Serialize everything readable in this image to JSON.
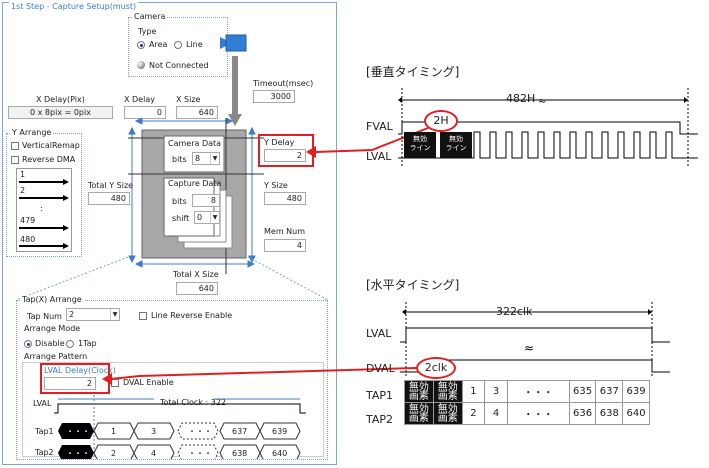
{
  "panel": {
    "title": "1st Step - Capture Setup(must)"
  },
  "camera": {
    "title": "Camera",
    "type_label": "Type",
    "area_label": "Area",
    "line_label": "Line",
    "status": "Not Connected"
  },
  "timeout": {
    "label": "Timeout(msec)",
    "value": "3000"
  },
  "xdelay_pix": {
    "label": "X Delay(Pix)",
    "value": "0 x 8pix = 0pix"
  },
  "xdelay": {
    "label": "X Delay",
    "value": "0"
  },
  "xsize": {
    "label": "X Size",
    "value": "640"
  },
  "y_arrange": {
    "title": "Y Arrange",
    "vertical_remap": "VerticalRemap",
    "reverse_dma": "Reverse DMA",
    "lines": [
      "1",
      "2",
      ":",
      "479",
      "480"
    ]
  },
  "camera_data": {
    "title": "Camera Data",
    "bits_label": "bits",
    "bits_value": "8"
  },
  "capture_data": {
    "title": "Capture Data",
    "bits_label": "bits",
    "bits_value": "8",
    "shift_label": "shift",
    "shift_value": "0"
  },
  "ydelay": {
    "label": "Y Delay",
    "value": "2"
  },
  "total_ysize": {
    "label": "Total Y Size",
    "value": "480"
  },
  "ysize": {
    "label": "Y Size",
    "value": "480"
  },
  "memnum": {
    "label": "Mem Num",
    "value": "4"
  },
  "total_xsize": {
    "label": "Total X Size",
    "value": "640"
  },
  "tap": {
    "title": "Tap(X) Arrange",
    "tap_num_label": "Tap Num",
    "tap_num_value": "2",
    "line_reverse": "Line Reverse Enable",
    "arrange_mode": "Arrange Mode",
    "disable": "Disable",
    "onetap": "1Tap",
    "pattern": "Arrange Pattern",
    "lval_delay_label": "LVAL Delay(Clock)",
    "lval_delay_value": "2",
    "dval_enable": "DVAL Enable",
    "lval": "LVAL",
    "total_clock": "Total Clock : 322",
    "tap1": "Tap1",
    "tap2": "Tap2",
    "tap1_cells": [
      "1",
      "3",
      "・・・",
      "637",
      "639"
    ],
    "tap2_cells": [
      "2",
      "4",
      "・・・",
      "638",
      "640"
    ],
    "dots": "・・・"
  },
  "vertical": {
    "title": "[垂直タイミング]",
    "total": "482H",
    "fval": "FVAL",
    "lval": "LVAL",
    "delay": "2H",
    "invalid": "無効",
    "line": "ライン"
  },
  "horizontal": {
    "title": "[水平タイミング]",
    "total": "322clk",
    "lval": "LVAL",
    "dval": "DVAL",
    "delay": "2clk",
    "tap1": "TAP1",
    "tap2": "TAP2",
    "invalid": "無効",
    "pixel": "画素",
    "tap1_cells": [
      "1",
      "3",
      "・・・",
      "635",
      "637",
      "639"
    ],
    "tap2_cells": [
      "2",
      "4",
      "・・・",
      "636",
      "638",
      "640"
    ]
  },
  "colors": {
    "accent": "#3d7cc9",
    "highlight": "#e02020",
    "camera": "#2f7fd6"
  }
}
